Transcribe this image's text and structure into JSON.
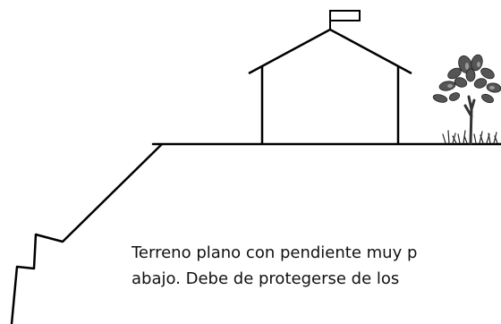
{
  "caption": {
    "line1": "Terreno plano con pendiente muy p",
    "line2": "abajo. Debe de protegerse de los"
  },
  "colors": {
    "stroke": "#000000",
    "foliage": "#555555",
    "trunk": "#333333",
    "background": "#ffffff"
  },
  "icons": [
    "house",
    "flag",
    "tree",
    "grass",
    "terrain-slope"
  ]
}
